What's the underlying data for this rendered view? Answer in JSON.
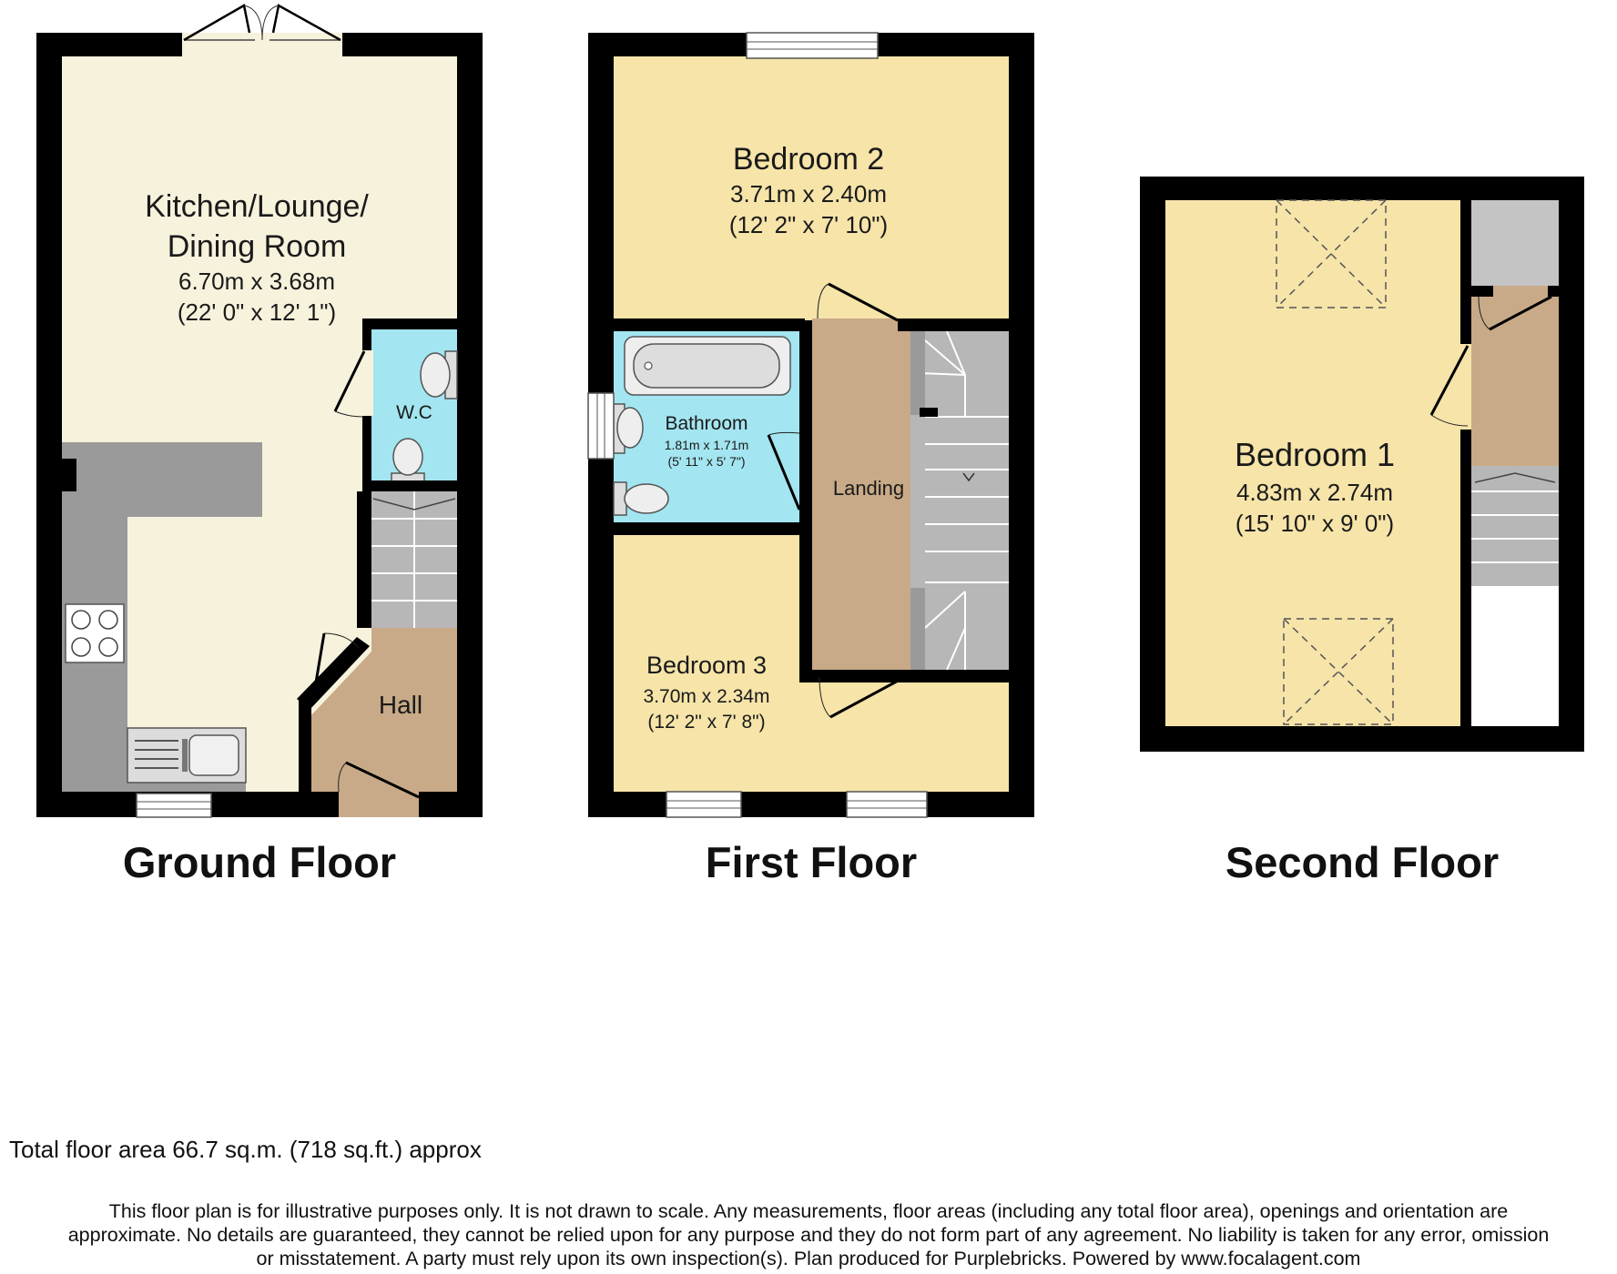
{
  "colors": {
    "wall": "#000000",
    "living_floor": "#f7f2dc",
    "bedroom_floor": "#f6e4a9",
    "wet_room": "#a3e5f0",
    "circulation": "#c8aa88",
    "stairs": "#b7b7b7",
    "kitchen_units": "#9a9a9a",
    "storage": "#c4c4c4"
  },
  "floors": {
    "ground": {
      "label": "Ground Floor",
      "rooms": {
        "kitchen": {
          "name_line1": "Kitchen/Lounge/",
          "name_line2": "Dining Room",
          "metric": "6.70m x 3.68m",
          "imperial": "(22' 0\" x 12' 1\")"
        },
        "wc": {
          "name": "W.C"
        },
        "hall": {
          "name": "Hall"
        }
      }
    },
    "first": {
      "label": "First Floor",
      "rooms": {
        "bedroom2": {
          "name": "Bedroom 2",
          "metric": "3.71m x 2.40m",
          "imperial": "(12' 2\" x 7' 10\")"
        },
        "bathroom": {
          "name": "Bathroom",
          "metric": "1.81m x 1.71m",
          "imperial": "(5' 11\" x 5' 7\")"
        },
        "landing": {
          "name": "Landing"
        },
        "bedroom3": {
          "name": "Bedroom 3",
          "metric": "3.70m x 2.34m",
          "imperial": "(12' 2\" x 7' 8\")"
        }
      }
    },
    "second": {
      "label": "Second Floor",
      "rooms": {
        "bedroom1": {
          "name": "Bedroom 1",
          "metric": "4.83m x 2.74m",
          "imperial": "(15' 10\" x 9' 0\")"
        }
      }
    }
  },
  "total_area": "Total floor area 66.7 sq.m. (718 sq.ft.) approx",
  "disclaimer": {
    "line1": "This floor plan is for illustrative purposes only. It is not drawn to scale. Any measurements, floor areas (including any total floor area), openings and orientation are",
    "line2": "approximate. No details are guaranteed, they cannot be relied upon for any purpose and they do not form part of any agreement. No liability is taken for any error, omission",
    "line3": "or misstatement. A party must rely upon its own inspection(s). Plan produced for Purplebricks. Powered by www.focalagent.com"
  }
}
